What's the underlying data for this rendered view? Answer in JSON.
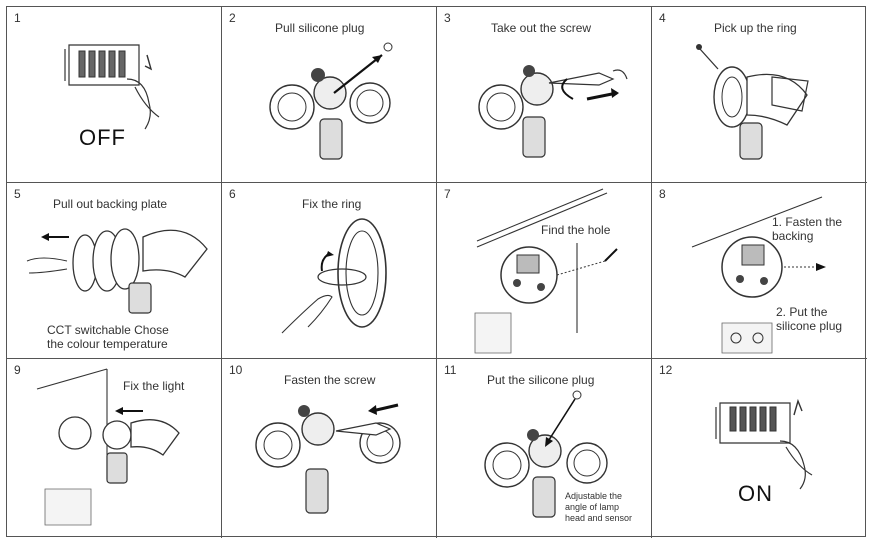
{
  "steps": [
    {
      "num": "1",
      "caption": "",
      "big": "OFF"
    },
    {
      "num": "2",
      "caption": "Pull silicone plug"
    },
    {
      "num": "3",
      "caption": "Take out the screw"
    },
    {
      "num": "4",
      "caption": "Pick up the ring"
    },
    {
      "num": "5",
      "caption": "Pull out backing plate",
      "note_line1": "CCT switchable Chose",
      "note_line2": "the colour temperature"
    },
    {
      "num": "6",
      "caption": "Fix the ring"
    },
    {
      "num": "7",
      "caption": "Find the hole"
    },
    {
      "num": "8",
      "caption_line1": "1. Fasten the",
      "caption_line2": "backing",
      "caption2_line1": "2. Put the",
      "caption2_line2": "silicone plug"
    },
    {
      "num": "9",
      "caption": "Fix the light"
    },
    {
      "num": "10",
      "caption": "Fasten the screw"
    },
    {
      "num": "11",
      "caption": "Put the silicone plug",
      "note_line1": "Adjustable the",
      "note_line2": "angle of lamp",
      "note_line3": "head and sensor"
    },
    {
      "num": "12",
      "caption": "",
      "big": "ON"
    }
  ]
}
